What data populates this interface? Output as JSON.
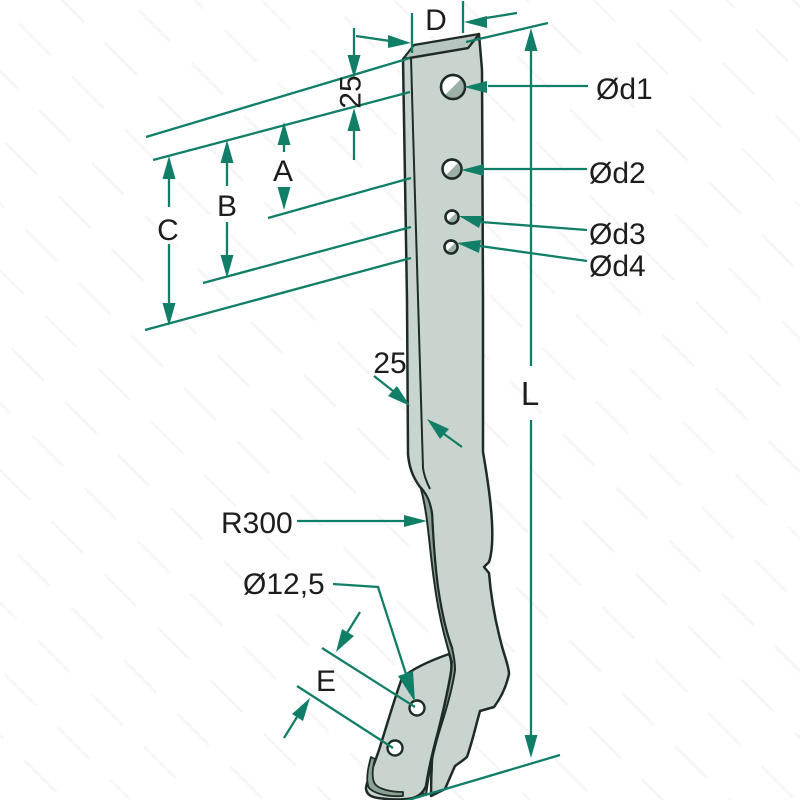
{
  "drawing": {
    "labels": {
      "width_top": "D",
      "top_hole_offset": "25",
      "hole1_dia": "Ød1",
      "hole2_dia": "Ød2",
      "hole3_dia": "Ød3",
      "hole4_dia": "Ød4",
      "dim_a": "A",
      "dim_b": "B",
      "dim_c": "C",
      "thickness": "25",
      "total_length": "L",
      "bend_radius": "R300",
      "point_hole_dia": "Ø12,5",
      "point_hole_spacing": "E"
    },
    "colors": {
      "dimension_green": "#117f68",
      "part_face": "#c9d4cf",
      "part_side": "#8ba195",
      "part_top": "#b7c6c0",
      "outline": "#1f2b27",
      "text": "#1d1d1b",
      "background": "#ffffff"
    }
  }
}
